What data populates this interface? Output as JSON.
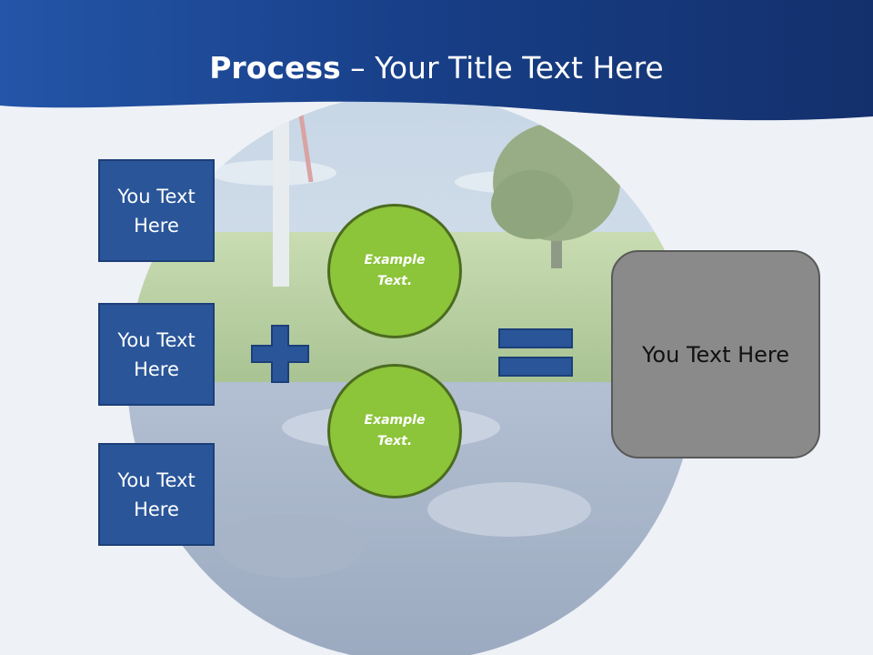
{
  "title": {
    "bold": "Process",
    "rest": " – Your Title Text Here"
  },
  "left_boxes": [
    {
      "label": "You Text Here"
    },
    {
      "label": "You Text Here"
    },
    {
      "label": "You Text Here"
    }
  ],
  "circles": [
    {
      "label": "Example Text."
    },
    {
      "label": "Example Text."
    }
  ],
  "result": {
    "label": "You Text Here"
  },
  "colors": {
    "header_blue": "#1e4a9a",
    "box_blue": "#2a5599",
    "circle_green": "#8cc43a",
    "result_gray": "#8a8a8a"
  }
}
